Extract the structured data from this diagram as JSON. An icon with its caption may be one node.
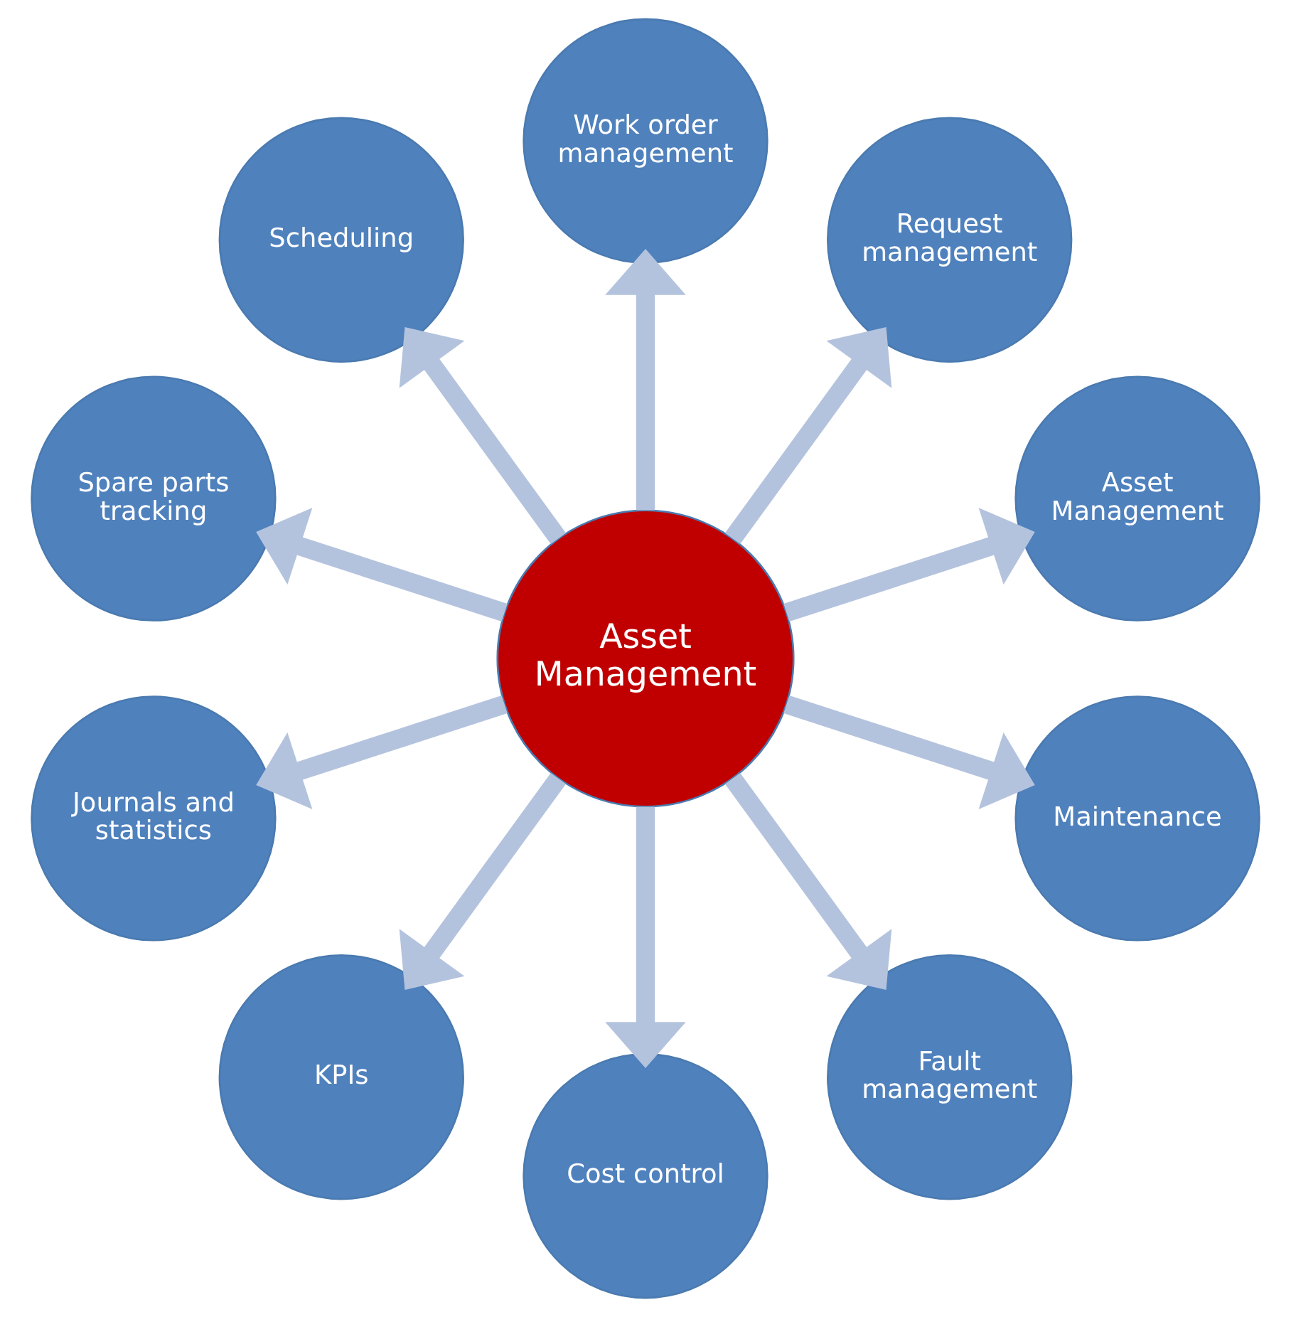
{
  "diagram": {
    "nodes": [
      {
        "text": [
          "Asset Management"
        ]
      },
      {
        "text": [
          "Asset Management"
        ]
      },
      {
        "text": [
          "Request management"
        ]
      },
      {
        "text": [
          "Work order management"
        ]
      },
      {
        "text": [
          "Scheduling"
        ]
      },
      {
        "text": [
          "Spare parts tracking"
        ]
      },
      {
        "text": [
          "Journals and statistics"
        ]
      },
      {
        "text": [
          "KPIs"
        ]
      },
      {
        "text": [
          "Cost control"
        ]
      },
      {
        "text": [
          "Fault management"
        ]
      },
      {
        "text": [
          "Maintenance"
        ]
      }
    ],
    "edges": [
      {
        "from": 0,
        "to": 1,
        "arrow": "to"
      },
      {
        "from": 0,
        "to": 2,
        "arrow": "to"
      },
      {
        "from": 0,
        "to": 3,
        "arrow": "to"
      },
      {
        "from": 0,
        "to": 4,
        "arrow": "to"
      },
      {
        "from": 0,
        "to": 5,
        "arrow": "to"
      },
      {
        "from": 0,
        "to": 6,
        "arrow": "to"
      },
      {
        "from": 0,
        "to": 7,
        "arrow": "to"
      },
      {
        "from": 0,
        "to": 8,
        "arrow": "to"
      },
      {
        "from": 0,
        "to": 9,
        "arrow": "to"
      },
      {
        "from": 0,
        "to": 10,
        "arrow": "to"
      }
    ]
  }
}
